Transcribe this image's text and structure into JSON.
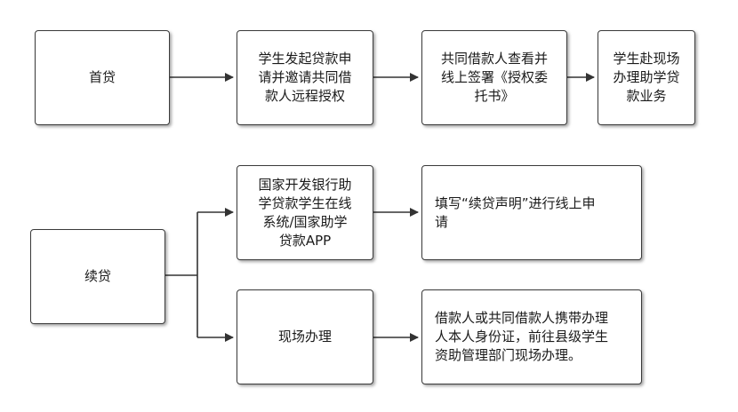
{
  "diagram": {
    "nodes": {
      "first_loan": "首贷",
      "student_apply": "学生发起贷款申\n请并邀请共同借\n款人远程授权",
      "coborrower_sign": "共同借款人查看并\n线上签署《授权委\n托书》",
      "onsite_first": "学生赴现场\n办理助学贷\n款业务",
      "renewal": "续贷",
      "cdb_system": "国家开发银行助\n学贷款学生在线\n系统/国家助学\n贷款APP",
      "fill_statement": "填写“续贷声明”进行线上申\n请",
      "onsite_process": "现场办理",
      "bring_id": "借款人或共同借款人携带办理\n人本人身份证，前往县级学生\n资助管理部门现场办理。"
    },
    "edges": [
      {
        "from": "first_loan",
        "to": "student_apply"
      },
      {
        "from": "student_apply",
        "to": "coborrower_sign"
      },
      {
        "from": "coborrower_sign",
        "to": "onsite_first"
      },
      {
        "from": "renewal",
        "to": "cdb_system"
      },
      {
        "from": "renewal",
        "to": "onsite_process"
      },
      {
        "from": "cdb_system",
        "to": "fill_statement"
      },
      {
        "from": "onsite_process",
        "to": "bring_id"
      }
    ]
  },
  "colors": {
    "border": "#3a3a3a",
    "connector": "#333333"
  }
}
